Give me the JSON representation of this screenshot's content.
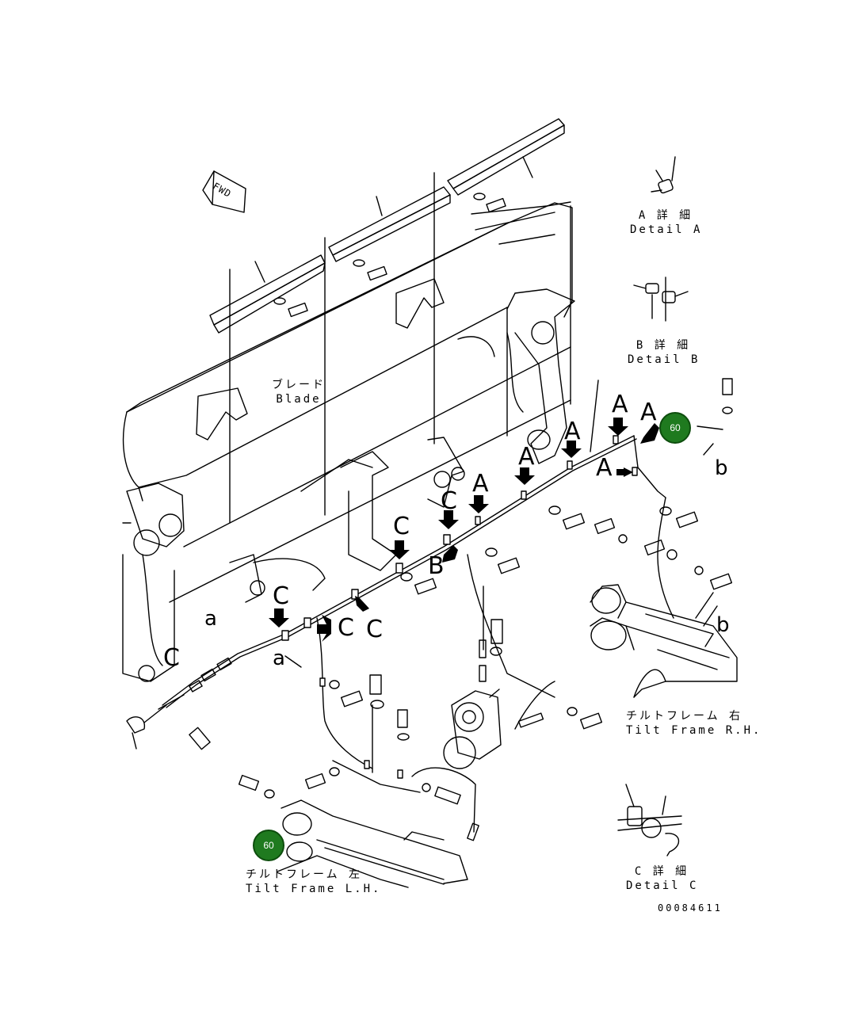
{
  "fwd_label": "FWD",
  "blade": {
    "jp": "ブレード",
    "en": "Blade"
  },
  "details": {
    "a": {
      "jp": "A 詳 細",
      "en": "Detail A"
    },
    "b": {
      "jp": "B 詳 細",
      "en": "Detail B"
    },
    "c": {
      "jp": "C 詳 細",
      "en": "Detail C"
    }
  },
  "tilt_frame_rh": {
    "jp": "チルトフレーム 右",
    "en": "Tilt Frame R.H."
  },
  "tilt_frame_lh": {
    "jp": "チルトフレーム 左",
    "en": "Tilt Frame L.H."
  },
  "drawing_number": "00084611",
  "callouts": [
    "60",
    "60"
  ],
  "view_letters": {
    "A": "A",
    "B": "B",
    "C": "C",
    "a": "a",
    "b": "b"
  },
  "colors": {
    "callout_fill": "#1f7a1f",
    "line": "#000000",
    "background": "#ffffff"
  }
}
